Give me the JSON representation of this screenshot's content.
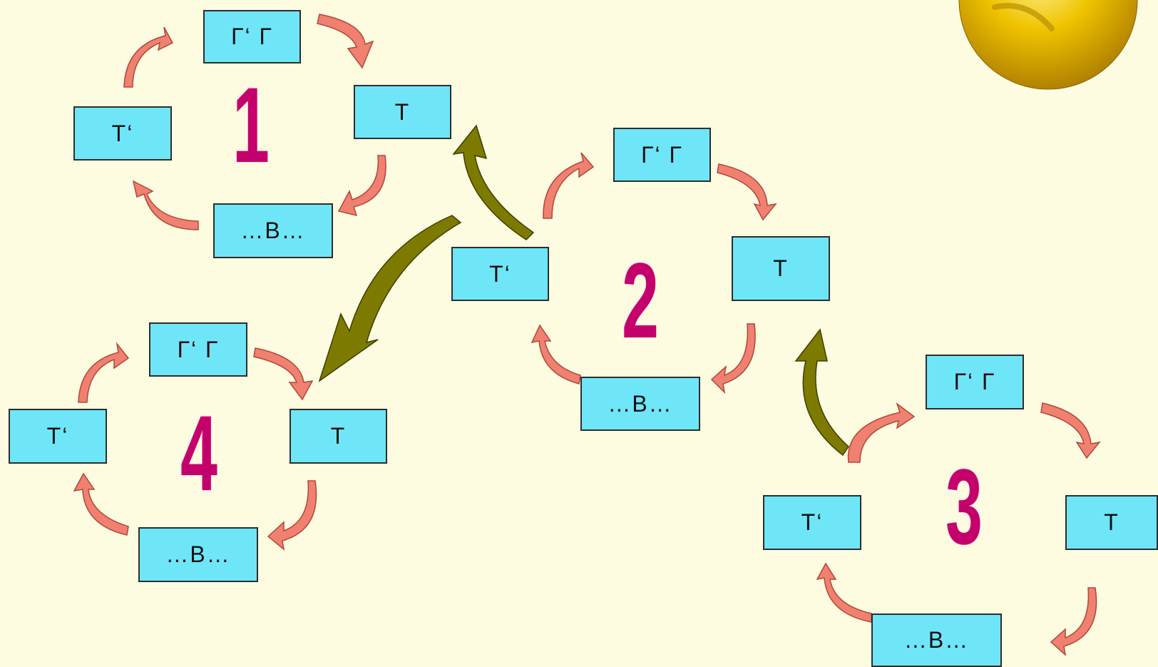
{
  "cycles": {
    "c1": {
      "number": "1",
      "top": "Г‘ Г",
      "right": "Т",
      "bottom": "…В…",
      "left": "Т‘"
    },
    "c2": {
      "number": "2",
      "top": "Г‘ Г",
      "right": "Т",
      "bottom": "…В…",
      "left": "Т‘"
    },
    "c3": {
      "number": "3",
      "top": "Г‘ Г",
      "right": "Т",
      "bottom": "…В…",
      "left": "Т‘"
    },
    "c4": {
      "number": "4",
      "top": "Г‘ Г",
      "right": "Т",
      "bottom": "…В…",
      "left": "Т‘"
    }
  },
  "colors": {
    "background": "#fdfbe0",
    "box_fill": "#6ee6f8",
    "cycle_arrow": "#f08070",
    "link_arrow": "#7d7a00",
    "number": "#c4006c"
  },
  "decoration": {
    "icon": "gold-ball-icon"
  }
}
